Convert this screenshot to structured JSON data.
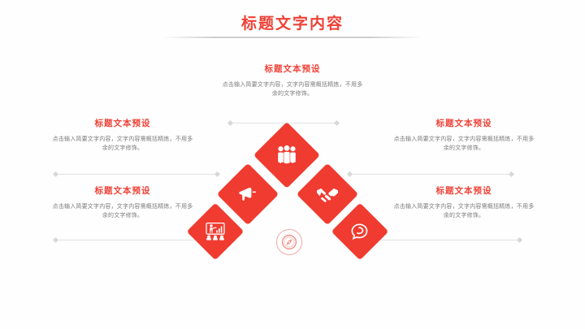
{
  "slide": {
    "title": "标题文字内容",
    "background_color": "#fefefe",
    "accent_color": "#ef4136",
    "diamond_color": "#f03b30"
  },
  "blocks": [
    {
      "position": "top-center",
      "heading": "标题文本预设",
      "body": "点击输入简要文字内容，文字内容需概括精炼，不用多余的文字修饰。"
    },
    {
      "position": "left-upper",
      "heading": "标题文本预设",
      "body": "点击输入简要文字内容，文字内容需概括精炼，不用多余的文字修饰。"
    },
    {
      "position": "left-lower",
      "heading": "标题文本预设",
      "body": "点击输入简要文字内容，文字内容需概括精炼，不用多余的文字修饰。"
    },
    {
      "position": "right-upper",
      "heading": "标题文本预设",
      "body": "点击输入简要文字内容，文字内容需概括精炼，不用多余的文字修饰。"
    },
    {
      "position": "right-lower",
      "heading": "标题文本预设",
      "body": "点击输入简要文字内容，文字内容需概括精炼，不用多余的文字修饰。"
    }
  ],
  "diamonds": [
    {
      "position": "top",
      "icon": "group-people-icon"
    },
    {
      "position": "mid-left",
      "icon": "megaphone-icon"
    },
    {
      "position": "mid-right",
      "icon": "handshake-icon"
    },
    {
      "position": "bottom-left",
      "icon": "presentation-training-icon"
    },
    {
      "position": "bottom-right",
      "icon": "speech-bubble-icon"
    }
  ],
  "center_badge": {
    "icon": "compass-icon",
    "border_color": "#f3a9a4"
  },
  "connectors": [
    {
      "name": "top-connector",
      "markers": "both"
    },
    {
      "name": "left-upper-connector",
      "markers": "both"
    },
    {
      "name": "right-upper-connector",
      "markers": "both"
    },
    {
      "name": "left-lower-connector",
      "markers": "both"
    },
    {
      "name": "right-lower-connector",
      "markers": "both"
    }
  ]
}
